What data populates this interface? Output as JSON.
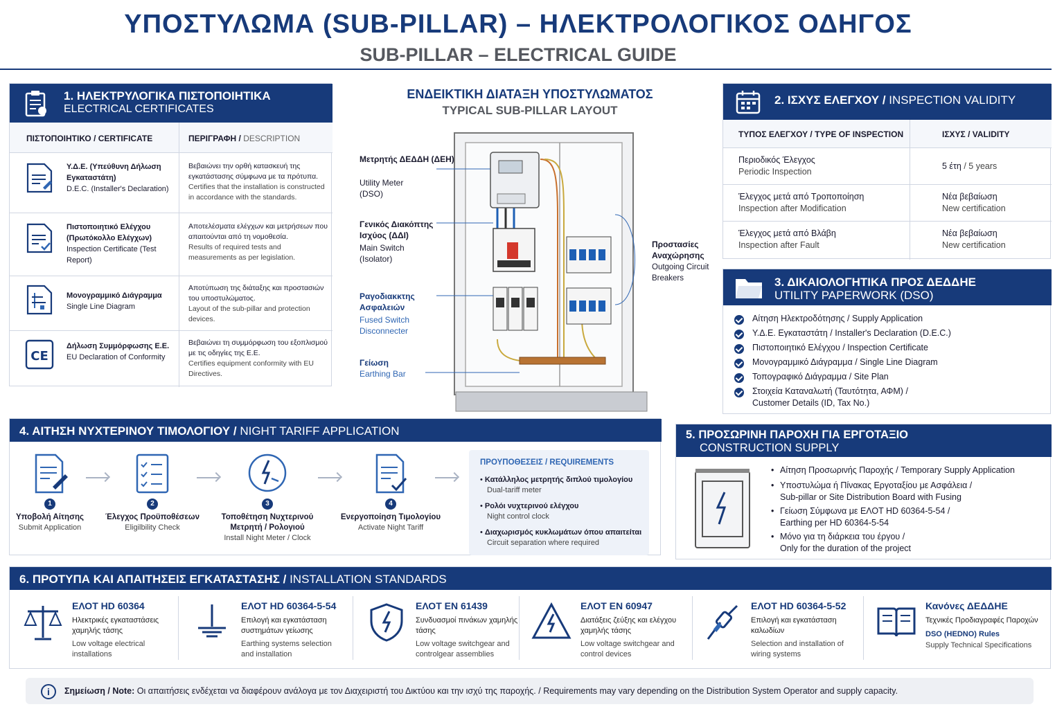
{
  "header": {
    "title": "ΥΠΟΣΤΥΛΩΜΑ (SUB-PILLAR) – ΗΛΕΚΤΡΟΛΟΓΙΚΟΣ ΟΔΗΓΟΣ",
    "subtitle": "SUB-PILLAR – ELECTRICAL GUIDE"
  },
  "s1": {
    "title": "1. ΗΛΕΚΤΡΥΛΟΓΙΚΑ ΠΙΣΤΟΠΟΙΗΤΙΚΑ",
    "subtitle": "ELECTRICAL CERTIFICATES",
    "col1": "ΠΙΣΤΟΠΟΙΗΤΙΚΟ / CERTIFICATE",
    "col2a": "ΠΕΡΙΓΡΑΦΗ /",
    "col2b": " DESCRIPTION",
    "rows": [
      {
        "name_gr": "Υ.Δ.Ε. (Υπεύθυνη Δήλωση Εγκαταστάτη)",
        "name_en": "D.E.C. (Installer's Declaration)",
        "desc_gr": "Βεβαιώνει την ορθή κατασκευή της εγκατάστασης σύμφωνα με τα πρότυπα.",
        "desc_en": "Certifies that the installation is constructed in accordance with the standards."
      },
      {
        "name_gr": "Πιστοποιητικό Ελέγχου (Πρωτόκολλο Ελέγχων)",
        "name_en": "Inspection Certificate (Test Report)",
        "desc_gr": "Αποτελέσματα ελέγχων και μετρήσεων που απαιτούνται από τη νομοθεσία.",
        "desc_en": "Results of required tests and measurements as per legislation."
      },
      {
        "name_gr": "Μονογραμμικό Διάγραμμα",
        "name_en": "Single Line Diagram",
        "desc_gr": "Αποτύπωση της διάταξης και προστασιών του υποστυλώματος.",
        "desc_en": "Layout of the sub-pillar and protection devices."
      },
      {
        "name_gr": "Δήλωση Συμμόρφωσης Ε.Ε.",
        "name_en": "EU Declaration of Conformity",
        "desc_gr": "Βεβαιώνει τη συμμόρφωση του εξοπλισμού με τις οδηγίες της Ε.Ε.",
        "desc_en": "Certifies equipment conformity with EU Directives."
      }
    ]
  },
  "center": {
    "title": "ΕΝΔΕΙΚΤΙΚΗ ΔΙΑΤΑΞΗ ΥΠΟΣΤΥΛΩΜΑΤΟΣ",
    "subtitle": "TYPICAL SUB-PILLAR LAYOUT",
    "meter_gr": "Μετρητής ΔΕΔΔΗ (ΔΕΗ)",
    "meter_en": "Utility Meter (DSO)",
    "switch_gr": "Γενικός Διακόπτης Ισχύος (ΔΔΙ)",
    "switch_en": "Main Switch (Isolator)",
    "fuse_gr": "Ραγοδιακκτης Ασφαλειών",
    "fuse_en": "Fused Switch Disconnecter",
    "earth_gr": "Γείωση",
    "earth_en": "Earthing Bar",
    "prot_gr": "Προστασίες Αναχώρησης",
    "prot_en": "Outgoing Circuit Breakers"
  },
  "s2": {
    "title": "2. ΙΣΧΥΣ ΕΛΕΓΧΟΥ /",
    "title_en": " INSPECTION VALIDITY",
    "col1": "ΤΥΠΟΣ ΕΛΕΓΧΟΥ / TYPE OF INSPECTION",
    "col2": "ΙΣΧΥΣ / VALIDITY",
    "rows": [
      {
        "type_gr": "Περιοδικός Έλεγχος",
        "type_en": "Periodic Inspection",
        "val_gr": "5 έτη",
        "val_en": " / 5 years"
      },
      {
        "type_gr": "Έλεγχος μετά από Τροποποίηση",
        "type_en": "Inspection after Modification",
        "val_gr": "Νέα βεβαίωση",
        "val_en": "New certification"
      },
      {
        "type_gr": "Έλεγχος μετά από Βλάβη",
        "type_en": "Inspection after Fault",
        "val_gr": "Νέα βεβαίωση",
        "val_en": "New certification"
      }
    ]
  },
  "s3": {
    "title": "3. ΔΙΚΑΙΟΛΟΓΗΤΙΚΑ ΠΡΟΣ ΔΕΔΔΗΕ",
    "subtitle": "UTILITY PAPERWORK (DSO)",
    "items": [
      "Αίτηση Ηλεκτροδότησης / Supply Application",
      "Υ.Δ.Ε. Εγκαταστάτη / Installer's Declaration (D.E.C.)",
      "Πιστοποιητικό Ελέγχου / Inspection Certificate",
      "Μονογραμμικό Διάγραμμα / Single Line Diagram",
      "Τοπογραφικό Διάγραμμα / Site Plan",
      "Στοιχεία Καταναλωτή (Ταυτότητα, ΑΦΜ) /",
      "Customer Details (ID, Tax No.)"
    ]
  },
  "s4": {
    "title": "4. ΑΙΤΗΣΗ ΝΥΧΤΕΡΙΝΟΥ ΤΙΜΟΛΟΓΙΟΥ /",
    "title_en": " NIGHT TARIFF APPLICATION",
    "steps": [
      {
        "n": "1",
        "gr": "Υποβολή Αίτησης",
        "en": "Submit Application"
      },
      {
        "n": "2",
        "gr": "Έλεγχος Προϋποθέσεων",
        "en": "Eligilbility Check"
      },
      {
        "n": "3",
        "gr": "Τοποθέτηση Νυχτερινού Μετρητή / Ρολογιού",
        "en": "Install Night Meter / Clock"
      },
      {
        "n": "4",
        "gr": "Ενεργοποίηση Τιμολογίου",
        "en": "Activate Night Tariff"
      }
    ],
    "req_title": "ΠΡΟΥΠΟΘΕΣΕΙΣ /",
    "req_title_en": " REQUIREMENTS",
    "reqs": [
      {
        "gr": "Κατάλληλος μετρητής διπλού τιμολογίου",
        "en": "Dual-tariff meter"
      },
      {
        "gr": "Ρολόι νυχτερινού ελέγχου",
        "en": "Night control clock"
      },
      {
        "gr": "Διαχωρισμός κυκλωμάτων όπου απαιτείται",
        "en": "Circuit separation where required"
      }
    ]
  },
  "s5": {
    "title": "5. ΠΡΟΣΩΡΙΝΗ ΠΑΡΟΧΗ ΓΙΑ ΕΡΓΟΤΑΞΙΟ",
    "subtitle": "CONSTRUCTION SUPPLY",
    "items": [
      {
        "l1": "Αίτηση Προσωρινής Παροχής / Temporary Supply Application",
        "l2": ""
      },
      {
        "l1": "Υποστυλώμα ή Πίνακας Εργοταξίου με Ασφάλεια /",
        "l2": "Sub-pillar or Site Distribution Board with Fusing"
      },
      {
        "l1": "Γείωση Σύμφωνα με ΕΛΟΤ HD 60364-5-54 /",
        "l2": "Earthing per HD 60364-5-54"
      },
      {
        "l1": "Μόνο για τη διάρκεια του έργου /",
        "l2": "Only for the duration of the project"
      }
    ]
  },
  "s6": {
    "title": "6. ΠΡΟΤΥΠΑ ΚΑΙ ΑΠΑΙΤΗΣΕΙΣ ΕΓΚΑΤΑΣΤΑΣΗΣ /",
    "title_en": " INSTALLATION STANDARDS",
    "standards": [
      {
        "code": "ΕΛΟΤ HD 60364",
        "gr": "Ηλεκτρικές εγκαταστάσεις χαμηλής τάσης",
        "en": "Low voltage electrical installations",
        "icon": "scales-icon"
      },
      {
        "code": "ΕΛΟΤ HD 60364-5-54",
        "gr": "Επιλογή και εγκατάσταση συστημάτων γείωσης",
        "en": "Earthing systems selection and installation",
        "icon": "earth-icon"
      },
      {
        "code": "ΕΛΟΤ EN 61439",
        "gr": "Συνδυασμοί πινάκων χαμηλής τάσης",
        "en": "Low voltage switchgear and controlgear assemblies",
        "icon": "shield-bolt-icon"
      },
      {
        "code": "ΕΛΟΤ EN 60947",
        "gr": "Διατάξεις ζεύξης και ελέγχου χαμηλής τάσης",
        "en": "Low voltage switchgear and control devices",
        "icon": "warning-bolt-icon"
      },
      {
        "code": "ΕΛΟΤ HD 60364-5-52",
        "gr": "Επιλογή και εγκατάσταση καλωδίων",
        "en": "Selection and installation of wiring systems",
        "icon": "cable-icon"
      },
      {
        "code": "Κανόνες ΔΕΔΔΗΕ",
        "gr": "Τεχνικές Προδιαγραφές Παροχών",
        "en_bold": "DSO (HEDNO) Rules",
        "en": "Supply Technical Specifications",
        "icon": "book-icon"
      }
    ]
  },
  "note": {
    "label": "Σημείωση / Note:",
    "text": " Οι απαιτήσεις ενδέχεται να διαφέρουν ανάλογα με τον Διαχειριστή του Δικτύου και την ισχύ της παροχής. / Requirements may vary depending on the Distribution System Operator and supply capacity."
  },
  "colors": {
    "navy": "#173a7a",
    "accent_blue": "#2f66b3"
  }
}
